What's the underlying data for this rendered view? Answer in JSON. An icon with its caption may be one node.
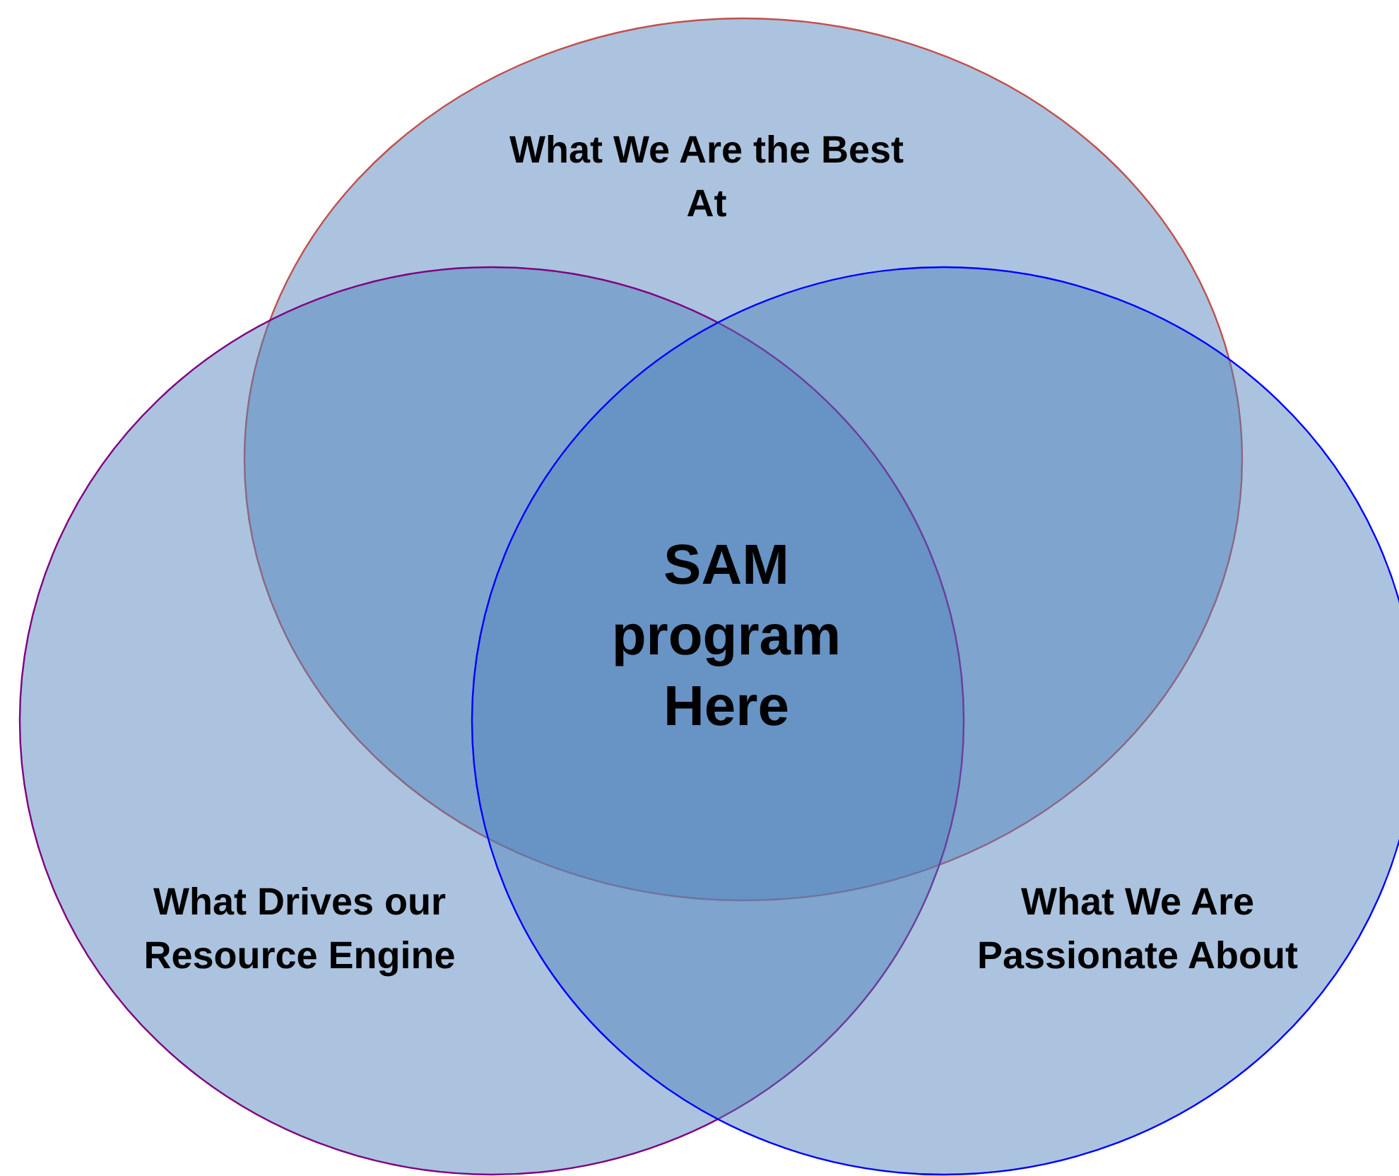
{
  "diagram": {
    "nodes": [
      {
        "text": [
          "What We Are the Best At"
        ]
      },
      {
        "text": [
          "What Drives our Resource Engine"
        ]
      },
      {
        "text": [
          "What We Are Passionate About"
        ]
      }
    ],
    "labels": [
      "SAM program Here"
    ]
  }
}
